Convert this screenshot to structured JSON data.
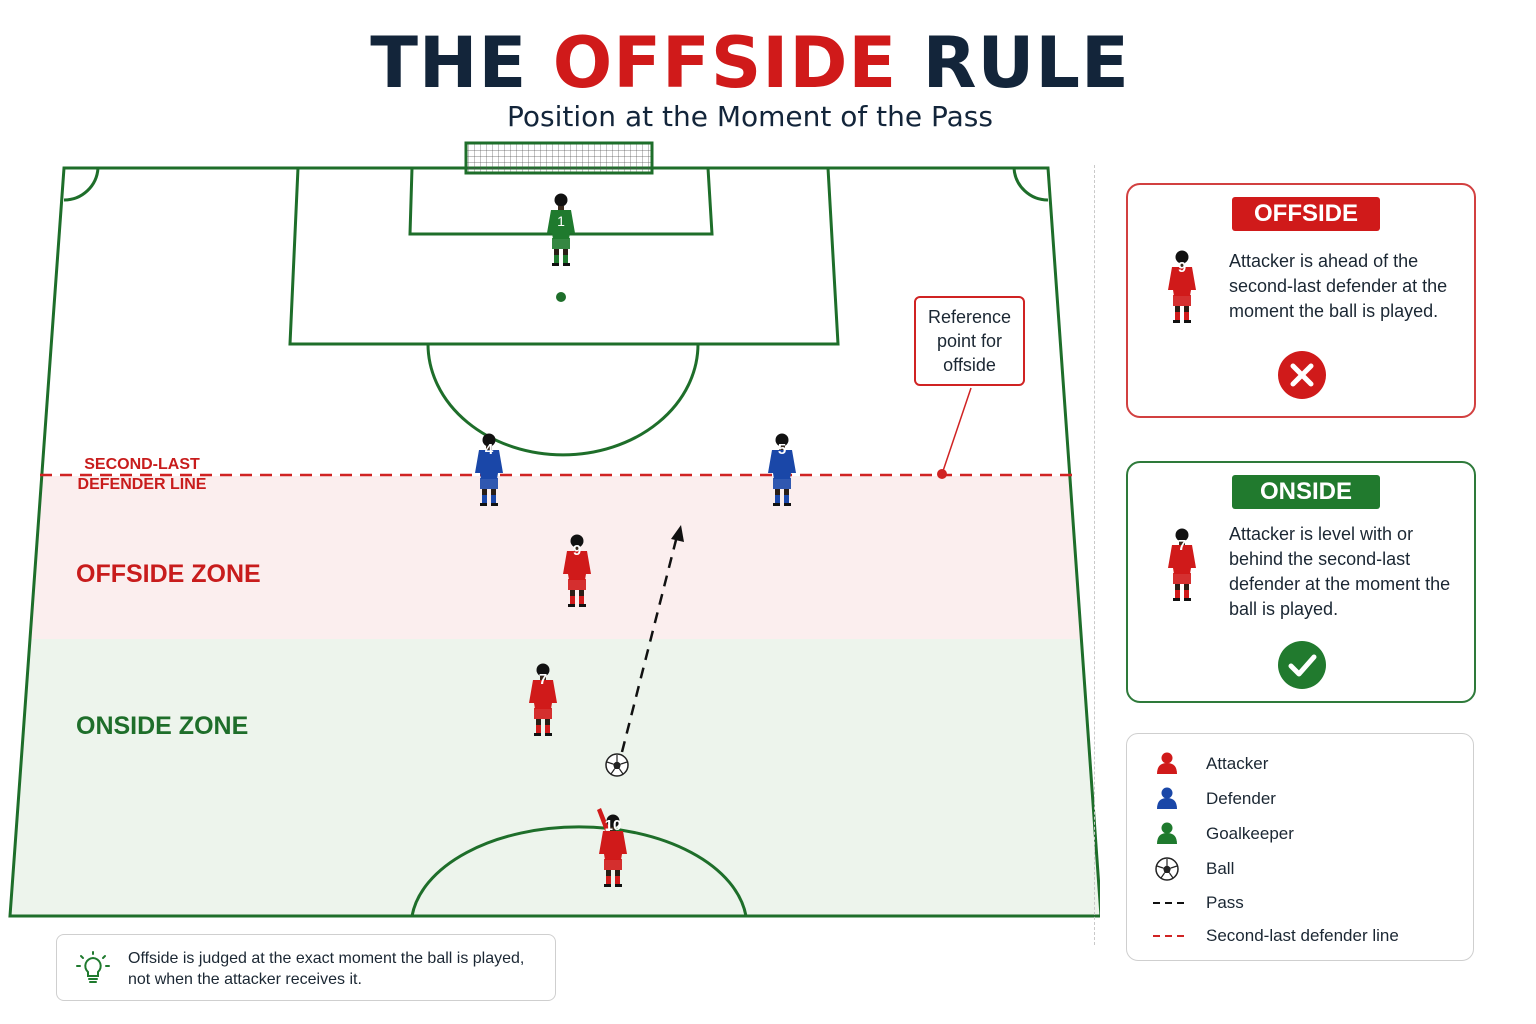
{
  "title": {
    "part1": "THE",
    "part2": "OFFSIDE",
    "part3": "RULE"
  },
  "subtitle": "Position at the Moment of the Pass",
  "diagram": {
    "second_last_line_label": "SECOND-LAST DEFENDER LINE",
    "offside_zone_label": "OFFSIDE ZONE",
    "onside_zone_label": "ONSIDE ZONE",
    "reference_callout": "Reference point for offside",
    "players": [
      {
        "role": "goalkeeper",
        "number": "1"
      },
      {
        "role": "defender",
        "number": "4"
      },
      {
        "role": "defender",
        "number": "5"
      },
      {
        "role": "attacker",
        "number": "9"
      },
      {
        "role": "attacker",
        "number": "7"
      },
      {
        "role": "attacker",
        "number": "10"
      }
    ]
  },
  "cards": {
    "offside": {
      "badge": "OFFSIDE",
      "player_number": "9",
      "text": "Attacker is ahead of the second-last defender at the moment the ball is played.",
      "icon": "x-circle-icon"
    },
    "onside": {
      "badge": "ONSIDE",
      "player_number": "7",
      "text": "Attacker is level with or behind the second-last defender at the moment the ball is played.",
      "icon": "check-circle-icon"
    }
  },
  "legend": [
    {
      "label": "Attacker",
      "icon": "person-icon"
    },
    {
      "label": "Defender",
      "icon": "person-icon"
    },
    {
      "label": "Goalkeeper",
      "icon": "person-icon"
    },
    {
      "label": "Ball",
      "icon": "ball-icon"
    },
    {
      "label": "Pass",
      "icon": "dashed-line-icon"
    },
    {
      "label": "Second-last defender line",
      "icon": "dashed-line-icon"
    }
  ],
  "note": {
    "icon": "lightbulb-icon",
    "text": "Offside is judged at the exact moment the ball is played, not when the attacker receives it."
  },
  "colors": {
    "attacker": "#d01a1a",
    "defender": "#1a47a8",
    "goalkeeper": "#1f7a2e",
    "pitch_line": "#1e6e2a",
    "offside_zone": "#fbeeee",
    "onside_zone": "#edf4ec",
    "defender_line": "#d02323"
  }
}
